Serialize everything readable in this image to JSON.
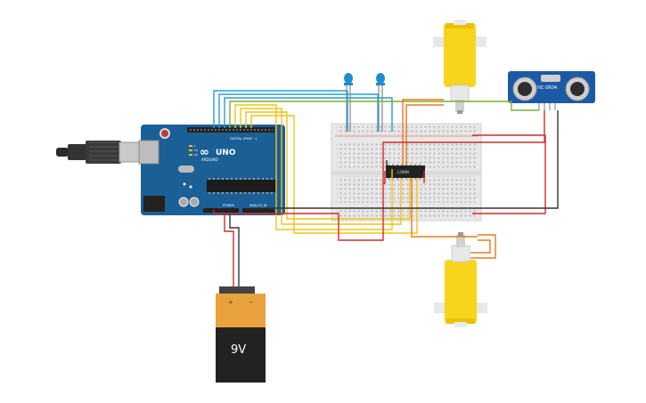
{
  "arduino": {
    "brand": "UNO",
    "logo_text": "ARDUINO",
    "digital_label": "DIGITAL (PWM ~)",
    "power_label": "POWER",
    "analog_label": "ANALOG IN",
    "led_labels": [
      "L",
      "TX",
      "RX"
    ]
  },
  "battery": {
    "label": "9V",
    "plus": "+",
    "minus": "−"
  },
  "driver_ic": {
    "label": "L298N"
  },
  "ultrasonic": {
    "label": "HC-SR04"
  },
  "colors": {
    "arduino_board": "#1a5f96",
    "motor_yellow": "#f7d51c",
    "battery_orange": "#e9a33e",
    "wire_red": "#d42a2a",
    "wire_yellow": "#f0c419",
    "wire_blue": "#2b9bd6",
    "wire_orange": "#e67b1e",
    "wire_black": "#333333",
    "wire_green": "#7ab02f"
  }
}
